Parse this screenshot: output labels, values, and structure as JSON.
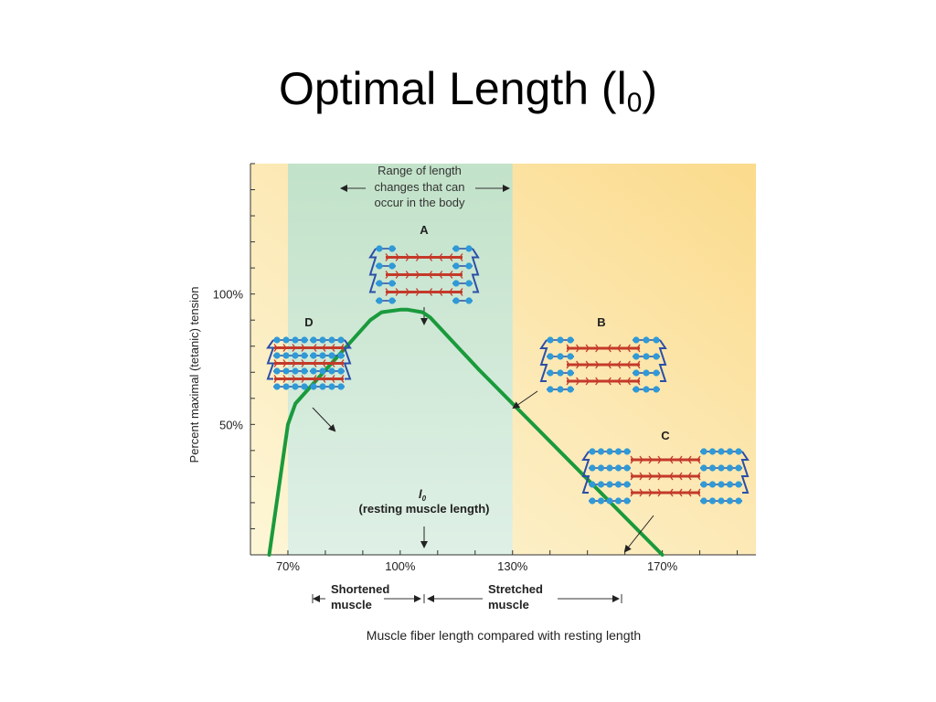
{
  "slide": {
    "title_main": "Optimal Length (l",
    "title_sub": "0",
    "title_close": ")"
  },
  "chart_data": {
    "type": "line",
    "ylabel": "Percent maximal (tetanic) tension",
    "xlabel": "Muscle fiber length compared with resting length",
    "x_ticks": [
      "70%",
      "100%",
      "130%",
      "170%"
    ],
    "y_ticks": [
      "100%",
      "50%"
    ],
    "x_unit": "percent of resting length",
    "y_unit": "percent of maximal tension",
    "xlim": [
      60,
      195
    ],
    "ylim": [
      0,
      150
    ],
    "series": [
      {
        "color": "#1a9a3c",
        "x": [
          65,
          70,
          72,
          92,
          95,
          100,
          102,
          106,
          108,
          121,
          170
        ],
        "y": [
          0,
          50,
          58,
          90,
          93,
          94,
          94,
          93,
          91,
          71,
          0
        ]
      }
    ],
    "shaded_region": {
      "x": [
        70,
        130
      ],
      "color": "#c9e6d4"
    },
    "annotations": {
      "range_label": [
        "Range of length",
        "changes that can",
        "occur in the body"
      ],
      "l0_symbol": "l",
      "l0_sub": "0",
      "l0_label": "(resting muscle length)",
      "shortened": [
        "Shortened",
        "muscle"
      ],
      "stretched": [
        "Stretched",
        "muscle"
      ],
      "sarcomere_labels": [
        "A",
        "B",
        "C",
        "D"
      ]
    },
    "colors": {
      "background_light": "#fdf4cf",
      "background_dark": "#fbdc8e",
      "band": "#c9e6d4",
      "curve": "#1a9a3c",
      "actin": "#2b4fa8",
      "myosin": "#c43a2a",
      "dots": "#2e9ad8"
    }
  }
}
